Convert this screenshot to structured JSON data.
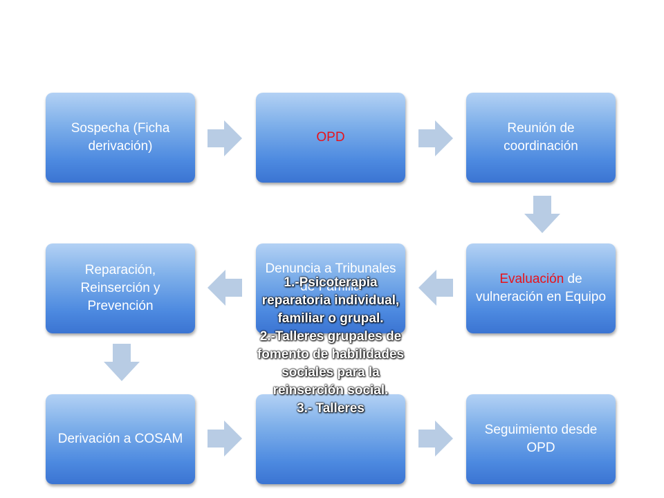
{
  "nodes": {
    "sospecha": "Sospecha (Ficha derivación)",
    "opd": "OPD",
    "reunion": "Reunión de coordinación",
    "evaluacion_red": "Evaluación",
    "evaluacion_rest": " de vulneración en Equipo",
    "denuncia": "Denuncia a Tribunales de Familia",
    "reparacion": "Reparación, Reinserción y Prevención",
    "derivacion": "Derivación a COSAM",
    "seguimiento": "Seguimiento desde OPD"
  },
  "overflow_text": "1.-Psicoterapia reparatoria individual, familiar o grupal.\n2.-Talleres grupales de fomento de habilidades sociales para la reinserción social.\n3.- Talleres",
  "colors": {
    "box_top": "#b3d1f4",
    "box_bottom": "#3b74d2",
    "arrow": "#b8cce4",
    "highlight": "#e8121a"
  }
}
